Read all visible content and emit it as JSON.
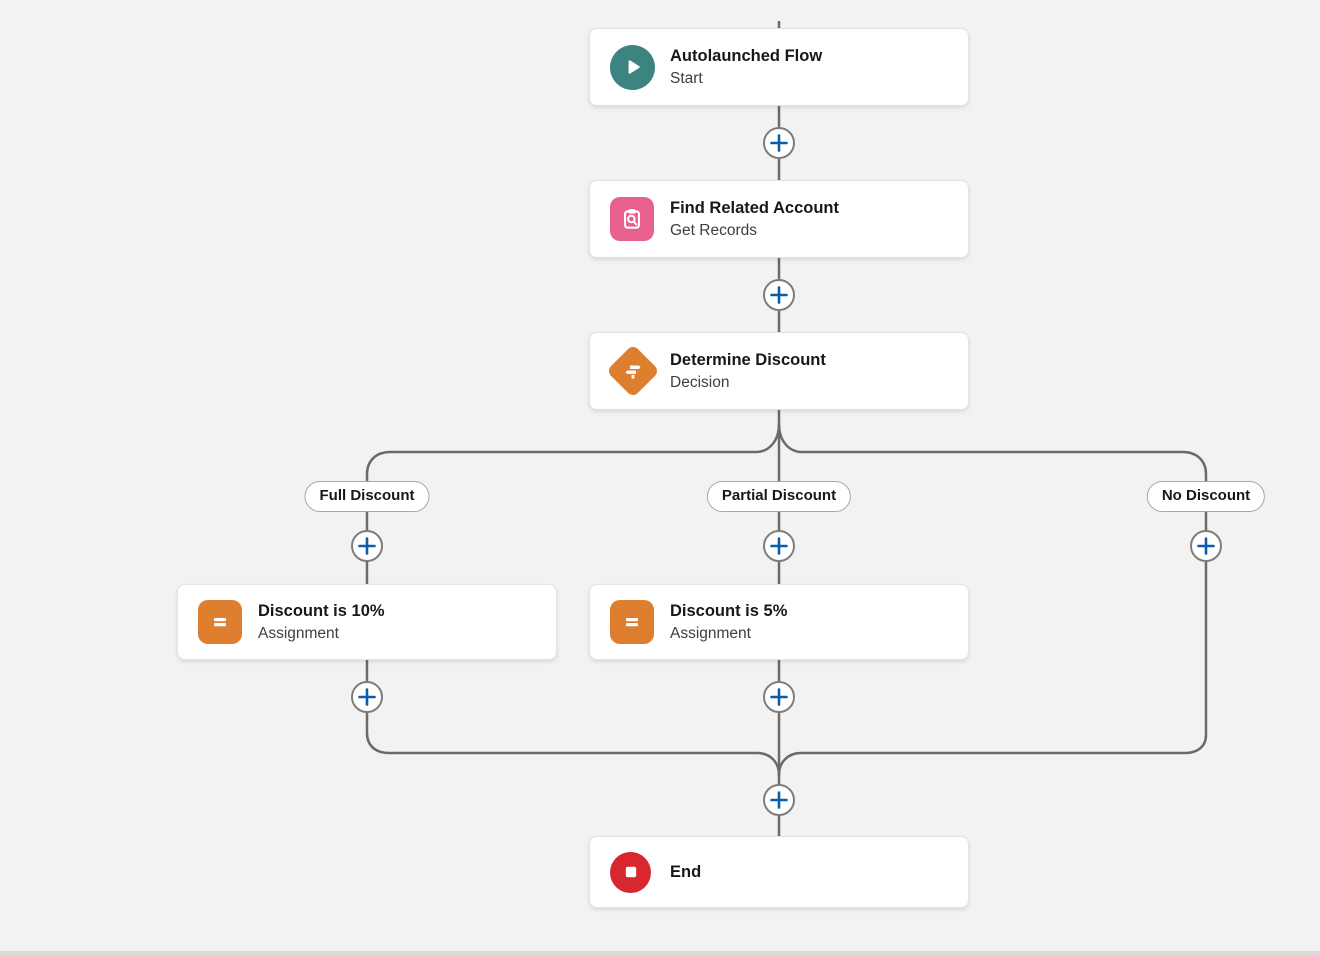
{
  "app": "Flow Builder Canvas",
  "canvas": {
    "background_color": "#f2f2f2",
    "connector_color": "#6a6a6a",
    "bottom_edge_color": "#d9d9d9"
  },
  "nodes": {
    "start": {
      "title": "Autolaunched Flow",
      "subtitle": "Start",
      "icon": "play-icon",
      "icon_color": "#3c8480"
    },
    "get_records": {
      "title": "Find Related Account",
      "subtitle": "Get Records",
      "icon": "clipboard-search-icon",
      "icon_color": "#e8618c"
    },
    "decision": {
      "title": "Determine Discount",
      "subtitle": "Decision",
      "icon": "signpost-icon",
      "icon_color": "#dd7f2e"
    },
    "assignment_full": {
      "title": "Discount is 10%",
      "subtitle": "Assignment",
      "icon": "equals-icon",
      "icon_color": "#dd7f2e"
    },
    "assignment_partial": {
      "title": "Discount is 5%",
      "subtitle": "Assignment",
      "icon": "equals-icon",
      "icon_color": "#dd7f2e"
    },
    "end": {
      "title": "End",
      "icon": "stop-icon",
      "icon_color": "#d7282f"
    }
  },
  "branch_labels": {
    "full": "Full Discount",
    "partial": "Partial Discount",
    "none": "No Discount"
  },
  "connectors": {
    "add_button_glyph": "+",
    "add_button_color": "#0b5cab",
    "add_button_border": "#7d7d7d",
    "add_button_count": 8
  },
  "icons": {
    "play-icon": "▶",
    "clipboard-search-icon": "🔍",
    "signpost-icon": "⇄",
    "equals-icon": "=",
    "stop-icon": "■",
    "plus-icon": "+"
  }
}
